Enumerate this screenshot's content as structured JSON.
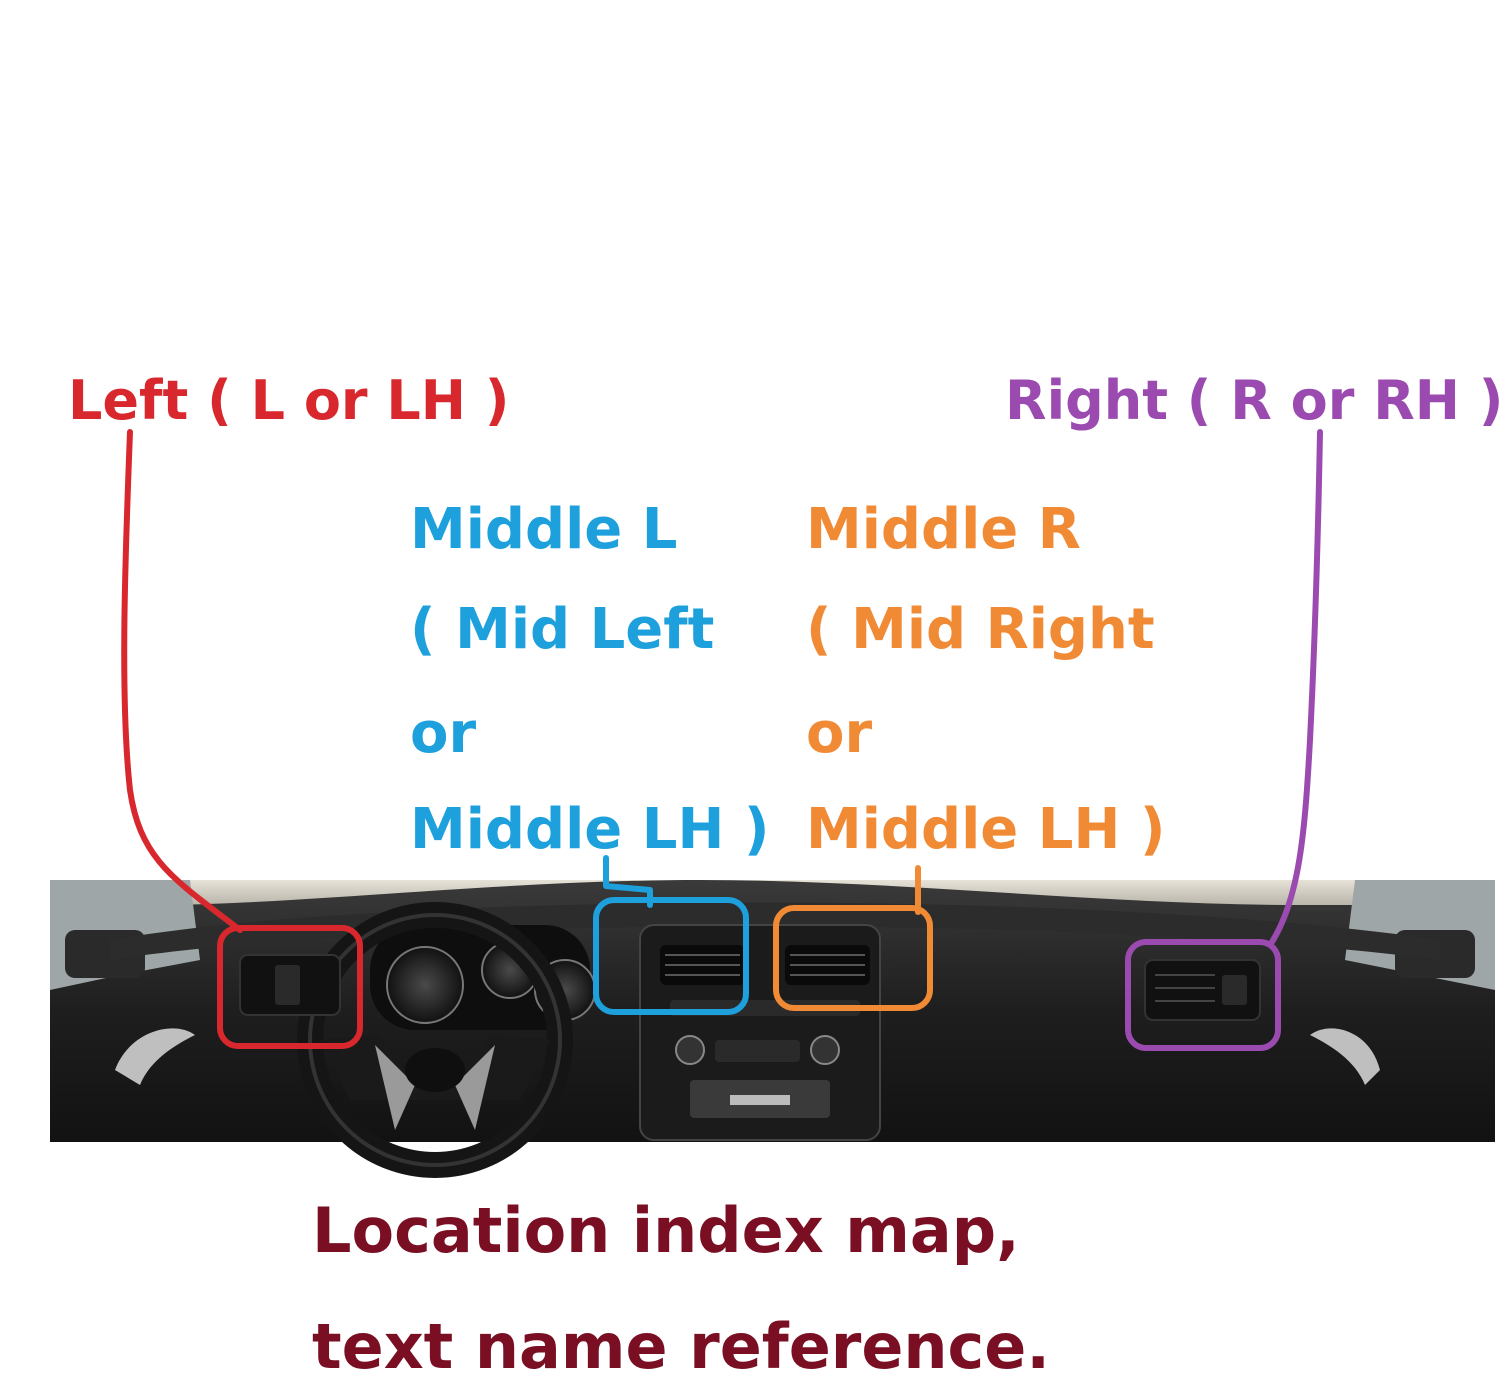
{
  "labels": {
    "left": "Left ( L or LH )",
    "right": "Right ( R or RH )",
    "middle_left": [
      "Middle L",
      "( Mid Left",
      "or",
      "Middle LH )"
    ],
    "middle_right": [
      "Middle R",
      "( Mid Right",
      "or",
      "Middle LH )"
    ]
  },
  "caption": {
    "line1": "Location index map,",
    "line2": "text name reference."
  },
  "colors": {
    "left": "#d8282d",
    "middle_left": "#1da0dc",
    "middle_right": "#f08a35",
    "right": "#9b4bb0",
    "caption": "#7a0f23"
  }
}
